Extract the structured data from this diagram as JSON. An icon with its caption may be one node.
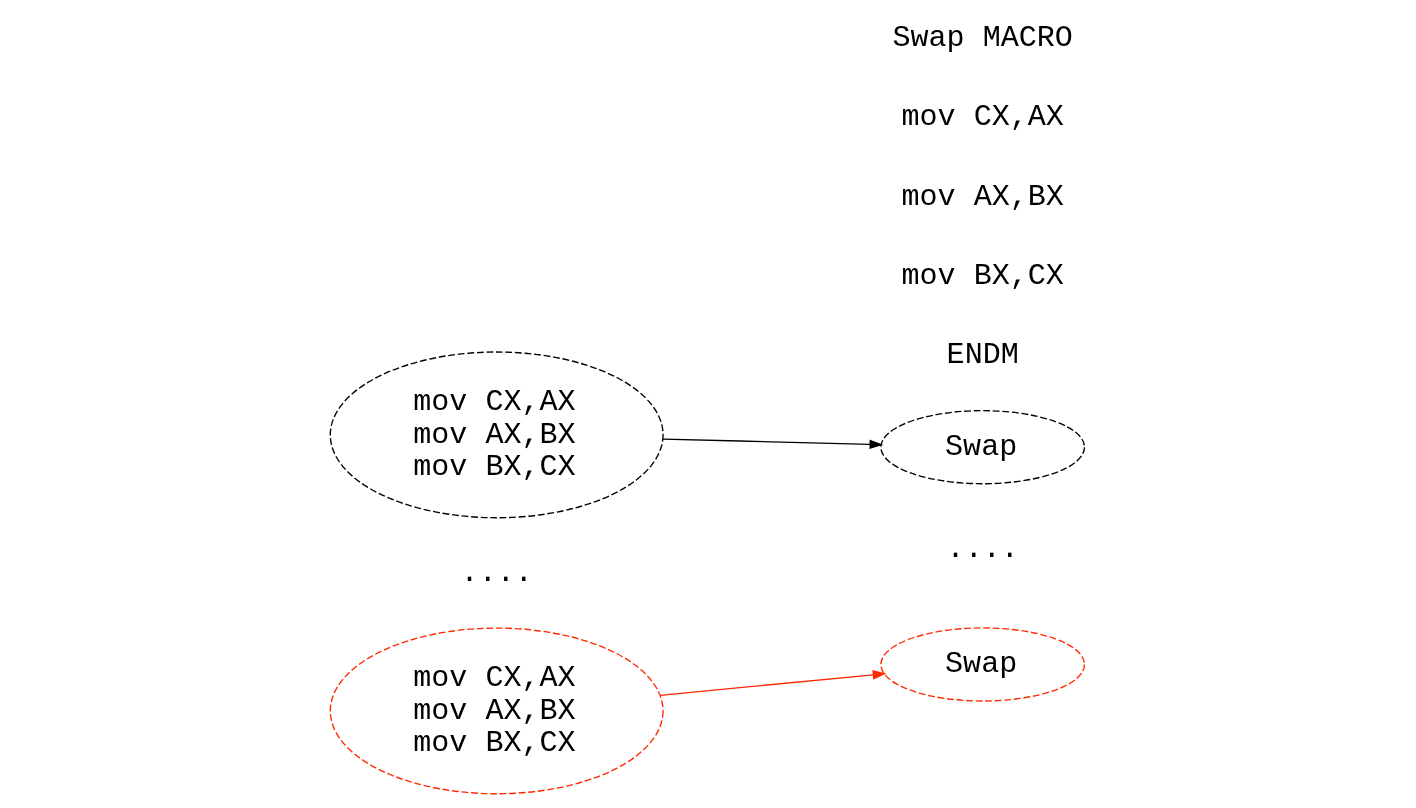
{
  "diagram": {
    "nodes": [
      {
        "text": [
          "mov CX,AX",
          "mov AX,BX",
          "mov BX,CX"
        ]
      },
      {
        "text": [
          "mov CX,AX",
          "mov AX,BX",
          "mov BX,CX"
        ]
      },
      {
        "text": [
          "Swap"
        ]
      },
      {
        "text": [
          "Swap"
        ]
      }
    ],
    "edges": [
      {
        "from": 0,
        "to": 2,
        "arrow": "to"
      },
      {
        "from": 1,
        "to": 3,
        "arrow": "to",
        "color": "#ff2a00"
      }
    ],
    "labels": [
      "Swap MACRO",
      "mov CX,AX",
      "mov AX,BX",
      "mov BX,CX",
      "ENDM",
      "....",
      "...."
    ]
  }
}
